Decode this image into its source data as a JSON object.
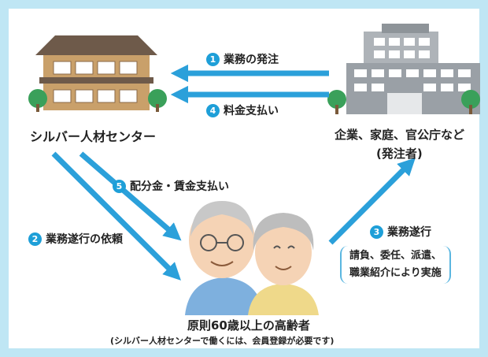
{
  "nodes": {
    "silver_center": "シルバー人材センター",
    "client_line1": "企業、家庭、官公庁など",
    "client_line2": "(発注者)",
    "seniors_title": "原則60歳以上の高齢者",
    "seniors_note": "(シルバー人材センターで働くには、会員登録が必要です)"
  },
  "steps": [
    {
      "num": "1",
      "label": "業務の発注"
    },
    {
      "num": "2",
      "label": "業務遂行の依頼"
    },
    {
      "num": "3",
      "label": "業務遂行"
    },
    {
      "num": "4",
      "label": "料金支払い"
    },
    {
      "num": "5",
      "label": "配分金・賃金支払い"
    }
  ],
  "step3_detail": {
    "line1": "請負、委任、派遣、",
    "line2": "職業紹介により実施"
  },
  "colors": {
    "arrow": "#2ba0da",
    "badge": "#1e9fd8",
    "background": "#bfe6f4"
  }
}
